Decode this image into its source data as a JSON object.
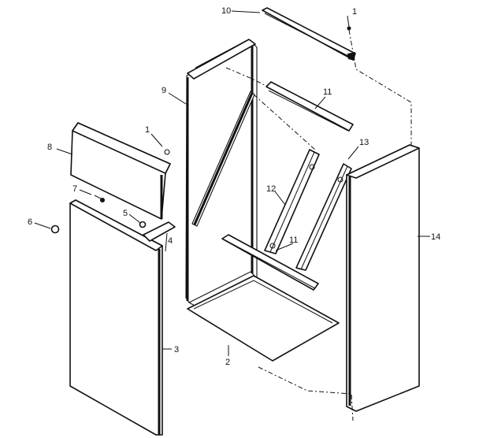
{
  "callouts": {
    "c10": "10",
    "c1_top": "1",
    "c9": "9",
    "c11_upper": "11",
    "c13": "13",
    "c1_left": "1",
    "c8": "8",
    "c12": "12",
    "c7": "7",
    "c5": "5",
    "c6": "6",
    "c4": "4",
    "c11_lower": "11",
    "c14": "14",
    "c3": "3",
    "c2": "2"
  }
}
